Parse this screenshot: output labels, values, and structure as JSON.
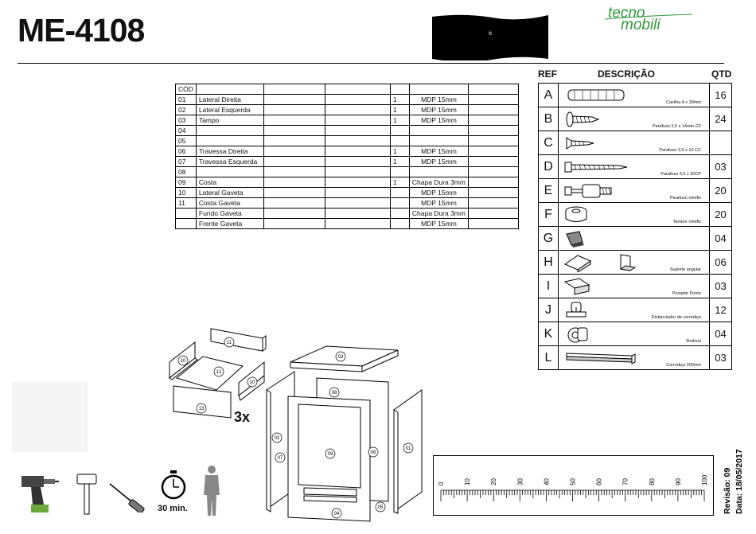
{
  "header": {
    "model_code": "ME-4108",
    "brand_box_text": "ti",
    "brand_line1": "tecno",
    "brand_line2": "mobili"
  },
  "parts_table": {
    "header": [
      "CÓD",
      "",
      "",
      "",
      "",
      "",
      ""
    ],
    "rows": [
      {
        "code": "01",
        "name": "Lateral Direita",
        "qty": "1",
        "material": "MDP 15mm"
      },
      {
        "code": "02",
        "name": "Lateral Esquerda",
        "qty": "1",
        "material": "MDP 15mm"
      },
      {
        "code": "03",
        "name": "Tampo",
        "qty": "1",
        "material": "MDP 15mm"
      },
      {
        "code": "04",
        "name": "",
        "qty": "",
        "material": ""
      },
      {
        "code": "05",
        "name": "",
        "qty": "",
        "material": ""
      },
      {
        "code": "06",
        "name": "Travessa Direita",
        "qty": "1",
        "material": "MDP 15mm"
      },
      {
        "code": "07",
        "name": "Travessa Esquerda",
        "qty": "1",
        "material": "MDP 15mm"
      },
      {
        "code": "08",
        "name": "",
        "qty": "",
        "material": ""
      },
      {
        "code": "09",
        "name": "Costa",
        "qty": "1",
        "material": "Chapa Dura 3mm"
      },
      {
        "code": "10",
        "name": "Lateral Gaveta",
        "qty": "",
        "material": "MDP 15mm"
      },
      {
        "code": "11",
        "name": "Costa Gaveta",
        "qty": "",
        "material": "MDP 15mm"
      },
      {
        "code": "",
        "name": "Fundo Gaveta",
        "qty": "",
        "material": "Chapa Dura 3mm"
      },
      {
        "code": "",
        "name": "Frente Gaveta",
        "qty": "",
        "material": "MDP 15mm"
      }
    ]
  },
  "hardware": {
    "col_ref": "REF",
    "col_desc": "DESCRIÇÃO",
    "col_qty": "QTD",
    "items": [
      {
        "ref": "A",
        "label": "Cavilha 8 x 30mm",
        "qty": "16",
        "icon": "dowel-icon"
      },
      {
        "ref": "B",
        "label": "Parafuso 3,5 x 14mm CF",
        "qty": "24",
        "icon": "screw-flat-icon"
      },
      {
        "ref": "C",
        "label": "Parafuso 3,5 x 16 CC",
        "qty": "",
        "icon": "screw-countersunk-icon"
      },
      {
        "ref": "D",
        "label": "Parafuso 3,5 x 30CP",
        "qty": "03",
        "icon": "long-screw-icon"
      },
      {
        "ref": "E",
        "label": "Parafuso minifix",
        "qty": "20",
        "icon": "minifix-bolt-icon"
      },
      {
        "ref": "F",
        "label": "Tambor minifix",
        "qty": "20",
        "icon": "minifix-cam-icon"
      },
      {
        "ref": "G",
        "label": "",
        "qty": "04",
        "icon": "glide-icon"
      },
      {
        "ref": "H",
        "label": "Suporte angular",
        "qty": "06",
        "icon": "angle-bracket-icon"
      },
      {
        "ref": "I",
        "label": "Puxador Ponto",
        "qty": "03",
        "icon": "handle-icon"
      },
      {
        "ref": "J",
        "label": "Distanciador de corrediça",
        "qty": "12",
        "icon": "spacer-icon"
      },
      {
        "ref": "K",
        "label": "Rodízio",
        "qty": "04",
        "icon": "caster-icon"
      },
      {
        "ref": "L",
        "label": "Corrediça 300mm",
        "qty": "03",
        "icon": "slide-rail-icon"
      }
    ]
  },
  "assembly": {
    "part_labels": [
      "11",
      "10",
      "12",
      "10",
      "13",
      "03",
      "08",
      "02",
      "07",
      "09",
      "06",
      "01",
      "05",
      "04"
    ],
    "multiplier": "3x"
  },
  "tools": {
    "time": "30 min."
  },
  "ruler": {
    "ticks": [
      "0",
      "10",
      "20",
      "30",
      "40",
      "50",
      "60",
      "70",
      "80",
      "90",
      "100"
    ]
  },
  "revision": {
    "revision": "Revisão: 09",
    "date": "Data: 18/05/2017"
  }
}
